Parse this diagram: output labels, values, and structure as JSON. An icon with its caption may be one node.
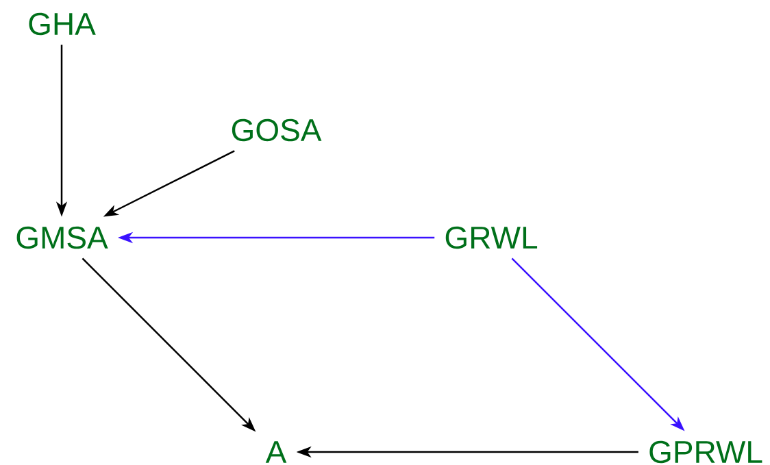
{
  "diagram": {
    "nodes": [
      {
        "text": [
          "GHA"
        ]
      },
      {
        "text": [
          "GOSA"
        ]
      },
      {
        "text": [
          "GMSA"
        ]
      },
      {
        "text": [
          "GRWL"
        ]
      },
      {
        "text": [
          "A"
        ]
      },
      {
        "text": [
          "GPRWL"
        ]
      }
    ],
    "edges": [
      {
        "from": 0,
        "to": 2,
        "arrow": "to"
      },
      {
        "from": 1,
        "to": 2,
        "arrow": "to"
      },
      {
        "from": 3,
        "to": 2,
        "arrow": "to",
        "color": "#3a12ff"
      },
      {
        "from": 2,
        "to": 4,
        "arrow": "to"
      },
      {
        "from": 3,
        "to": 5,
        "arrow": "to",
        "color": "#3a12ff"
      },
      {
        "from": 5,
        "to": 4,
        "arrow": "to"
      }
    ]
  }
}
